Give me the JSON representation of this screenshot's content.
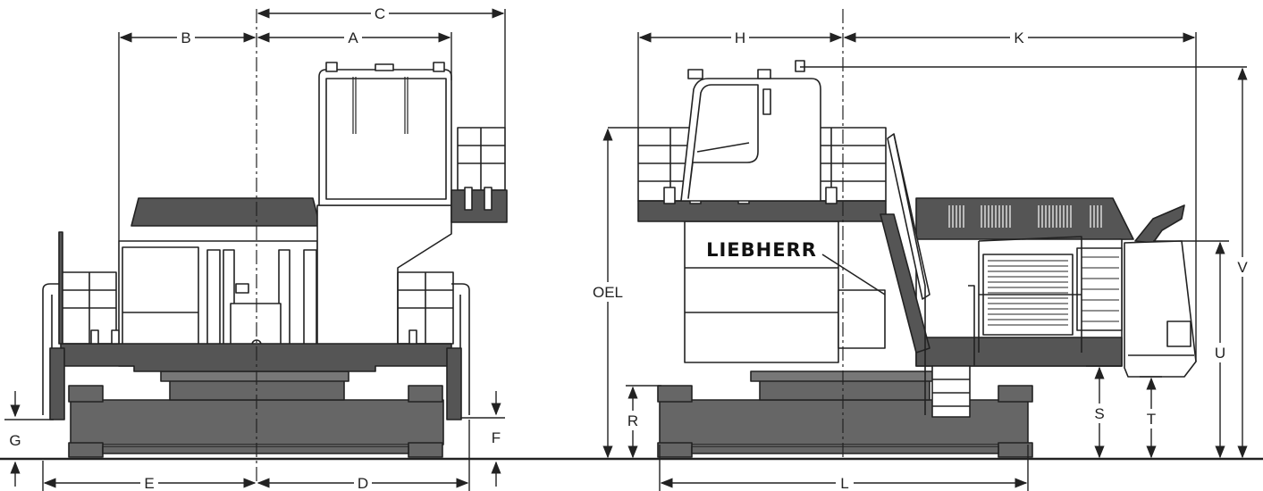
{
  "brand": "LIEBHERR",
  "front_view": {
    "labels": {
      "A": "A",
      "B": "B",
      "C": "C",
      "D": "D",
      "E": "E",
      "F": "F",
      "G": "G"
    }
  },
  "side_view": {
    "labels": {
      "H": "H",
      "K": "K",
      "L": "L",
      "OEL": "OEL",
      "R": "R",
      "S": "S",
      "T": "T",
      "U": "U",
      "V": "V"
    }
  },
  "colors": {
    "line": "#222222",
    "dark_fill": "#555555",
    "mid_fill": "#777777",
    "light_fill": "#ffffff",
    "ground": "#222222"
  }
}
